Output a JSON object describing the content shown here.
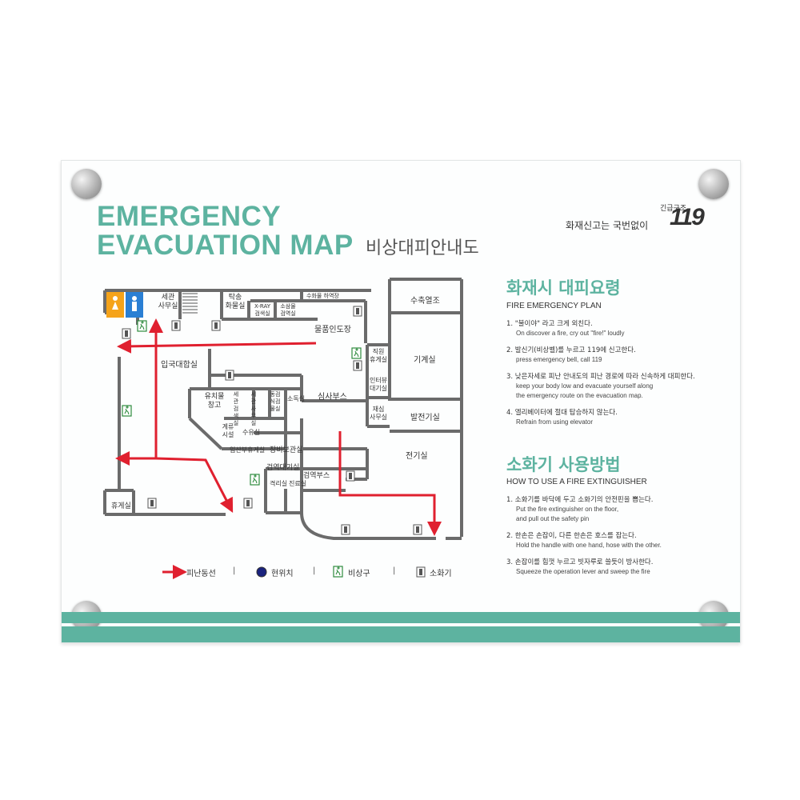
{
  "title": {
    "en_line1": "EMERGENCY",
    "en_line2": "EVACUATION MAP",
    "ko": "비상대피안내도"
  },
  "brand": {
    "small": "긴급구조",
    "text": "화재신고는 국번없이",
    "number": "119"
  },
  "fire_plan": {
    "heading_ko": "화재시 대피요령",
    "heading_en": "FIRE EMERGENCY PLAN",
    "steps": [
      {
        "ko": "1. \"불이야\" 라고 크게 외친다.",
        "en": "On discover a fire, cry out \"fire!\" loudly",
        "en2": ""
      },
      {
        "ko": "2. 발신기(비상벨)를 누르고 119에 신고한다.",
        "en": "press emergency bell, call 119",
        "en2": ""
      },
      {
        "ko": "3. 낮은자세로 피난 안내도의 피난 경로에 따라 신속하게 대피한다.",
        "en": "keep your body low and evacuate yourself along",
        "en2": "the emergency route on the evacuation map."
      },
      {
        "ko": "4. 엘리베이터에 절대 탑승하지 않는다.",
        "en": "Refrain from using elevator",
        "en2": ""
      }
    ]
  },
  "extinguisher": {
    "heading_ko": "소화기 사용방법",
    "heading_en": "HOW TO USE A FIRE EXTINGUISHER",
    "steps": [
      {
        "ko": "1. 소화기를 바닥에 두고 소화기의 안전핀을 뽑는다.",
        "en": "Put the fire extinguisher on the floor,",
        "en2": "and pull out the safety pin"
      },
      {
        "ko": "2. 한손은 손잡이, 다른 한손은 호스를 잡는다.",
        "en": "Hold the handle with one hand, hose with the other.",
        "en2": ""
      },
      {
        "ko": "3. 손잡이를 힘껏 누르고 빗자루로 쓸듯이 방사한다.",
        "en": "Squeeze the operation lever and sweep the fire",
        "en2": ""
      }
    ]
  },
  "rooms": {
    "customs_office": "세관",
    "customs_office2": "사무실",
    "baggage_office": "탁송",
    "baggage_office2": "화물실",
    "xray": "X-RAY",
    "xray2": "검색실",
    "consign": "소삼물",
    "consign2": "검역실",
    "cargo_handling": "수화물 하역장",
    "cargo_claim": "물품인도장",
    "import_hall": "입국대합실",
    "inbound_train": "수축열조",
    "machine_room": "기계실",
    "staff_lounge": "직원",
    "staff_lounge2": "휴게실",
    "interview_wait": "인터뷰",
    "interview_wait2": "대기실",
    "inspection_booth": "심사부스",
    "reexam_office": "재심",
    "reexam_office2": "사무실",
    "generator_room": "발전기실",
    "electric_room": "전기실",
    "retention": "유치물",
    "retention2": "창고",
    "customs_search": "세관",
    "customs_search2": "검색실",
    "customs_office_v": "세관",
    "customs_office_v2": "사무실",
    "animal_plant": "동검",
    "animal_plant2": "식검",
    "animal_plant3": "물실",
    "disinfection": "소독실",
    "duty_room": "계류",
    "duty_room2": "시설",
    "nursing": "수유실",
    "pregnant_lounge": "임산부휴게실",
    "equipment_storage": "장비보관실",
    "quarantine_office": "검역대기실",
    "quarantine_booth": "검역부스",
    "isolation": "격리실",
    "clinic": "진료실",
    "rest_room": "휴게실"
  },
  "legend": {
    "route": "피난동선",
    "current": "현위치",
    "exit": "비상구",
    "extinguisher": "소화기",
    "separator": "|"
  },
  "colors": {
    "accent": "#5db3a0",
    "route": "#e0202f",
    "wall": "#6b6b6b",
    "exit_green": "#2e8b3e",
    "extinguisher_red": "#e0202f",
    "current_blue": "#1a237e",
    "female_toilet": "#f5a31a",
    "male_toilet": "#2a7fd4"
  }
}
